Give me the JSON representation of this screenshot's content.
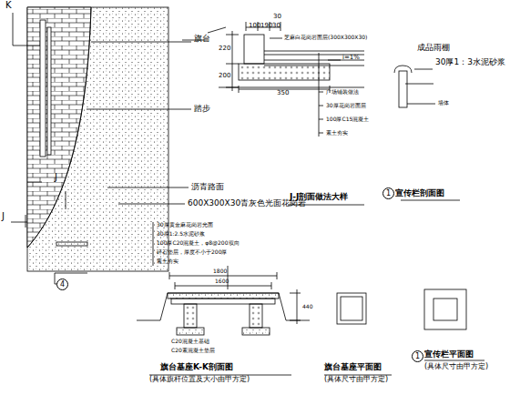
{
  "diagram": {
    "nodes": [
      {
        "text": [
          "4"
        ]
      },
      {
        "text": [
          "1"
        ]
      },
      {
        "text": [
          "1"
        ]
      }
    ],
    "labels": [
      "K",
      "J",
      "J",
      "旗台",
      "踏步",
      "沥青路面",
      "600X300X30青灰色光面花岗岩",
      "30",
      "100",
      "190",
      "30",
      "220",
      "200",
      "350",
      "芝麻白花岗岩面层(300X300X30)",
      "i=1%",
      "广场铺装做法",
      "30厚花岗岩面层",
      "100厚C15混凝土",
      "素土夯实",
      "J-J剖面做法大样",
      "成品雨棚",
      "30厚1：3水泥砂浆",
      "墙体",
      "宣传栏剖面图",
      "30厚黄金麻花岗岩光面",
      "30厚1:2.5水泥砂浆",
      "100厚C20混凝土，φ8@200双向",
      "碎石垫层，厚度不小于200厚",
      "素土夯实",
      "1800",
      "1600",
      "440",
      "C20混凝土基础",
      "C20素混凝土垫层",
      "旗台基座K-K剖面图",
      "(具体旗杆位置及大小由甲方定)",
      "旗台基座平面图",
      "(具体尺寸由甲方定)",
      "宣传栏平面图",
      "(具体尺寸由甲方定)"
    ]
  }
}
